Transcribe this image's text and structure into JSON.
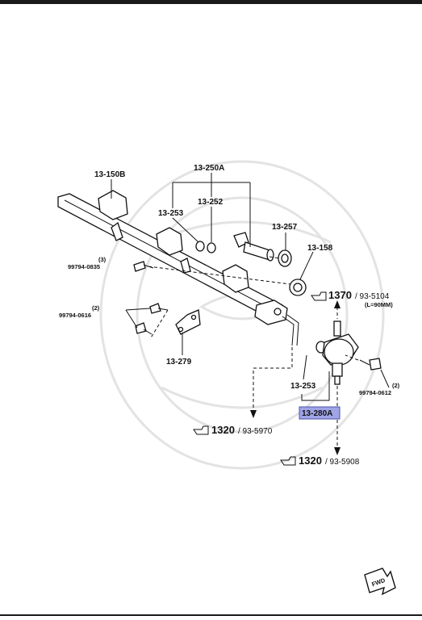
{
  "callouts": {
    "rail": "13-150B",
    "injector_group": "13-250A",
    "oring_left": "13-253",
    "oring_right": "13-252",
    "insulator": "13-257",
    "damper": "13-158",
    "bracket": "13-279",
    "regulator_oring": "13-253",
    "regulator": "13-280A"
  },
  "bolts": {
    "top_qty": "(3)",
    "top_pn": "99794-0835",
    "mid_qty": "(2)",
    "mid_pn": "99794-0616",
    "right_qty": "(2)",
    "right_pn": "99794-0612"
  },
  "refs": {
    "ref1_num": "1370",
    "ref1_page": "/ 93-5104",
    "ref1_note": "(L=90MM)",
    "ref2_num": "1320",
    "ref2_page": "/ 93-5970",
    "ref3_num": "1320",
    "ref3_page": "/ 93-5908"
  },
  "fwd_label": "FWD",
  "colors": {
    "highlight": "#9fa4e6",
    "ink": "#111111"
  }
}
